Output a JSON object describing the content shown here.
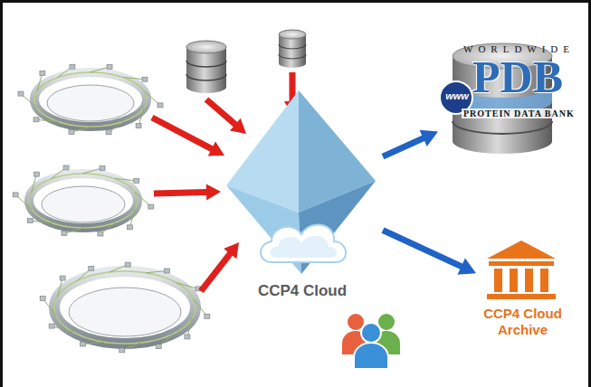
{
  "diagram": {
    "nodes": [
      {
        "text": [
          "CCP4 Cloud"
        ]
      },
      {
        "text": [
          "WORLDWIDE",
          "www",
          "PDB",
          "PROTEIN DATA BANK"
        ]
      },
      {
        "text": [
          "CCP4 Cloud Archive"
        ]
      }
    ],
    "edges": [
      {
        "from": 0,
        "to": 1,
        "arrow": "to"
      },
      {
        "from": 0,
        "to": 2,
        "arrow": "to"
      }
    ]
  }
}
